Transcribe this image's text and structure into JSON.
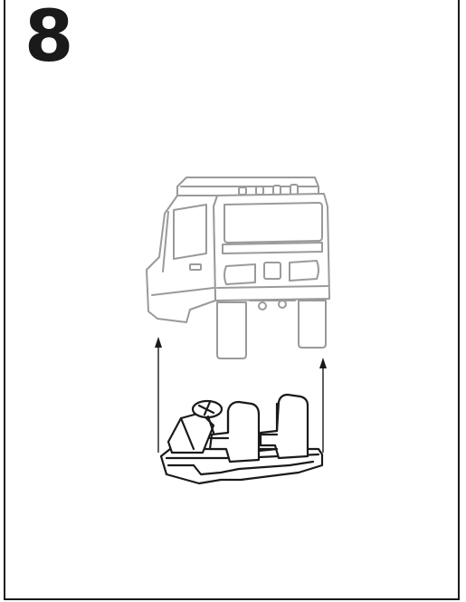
{
  "step": {
    "number": "8"
  },
  "illustration": {
    "parts": [
      "truck-cab-body",
      "seat-chassis-assembly"
    ],
    "assembly_direction": "chassis-up-into-cab",
    "colors": {
      "line": "#1a1a1a",
      "ghost_line": "#9a9a9a",
      "ghost_fill": "#ffffff",
      "part_fill": "#ffffff"
    }
  }
}
